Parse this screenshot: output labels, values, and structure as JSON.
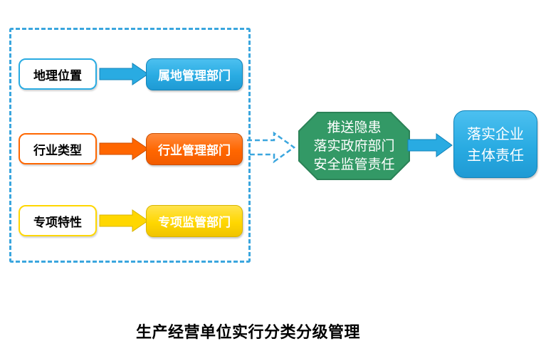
{
  "title": "生产经营单位实行分类分级管理",
  "colors": {
    "blue": "#29ABE2",
    "orange": "#FF6600",
    "yellow": "#FFD700",
    "green": "#339966",
    "dashed_border_blue": "#3BA6DE"
  },
  "flow": {
    "rows": [
      {
        "source": "地理位置",
        "target": "属地管理部门",
        "color": "#29ABE2"
      },
      {
        "source": "行业类型",
        "target": "行业管理部门",
        "color": "#FF6600"
      },
      {
        "source": "专项特性",
        "target": "专项监管部门",
        "color": "#FFD700"
      }
    ],
    "octagon": {
      "lines": [
        "推送隐患",
        "落实政府部门",
        "安全监管责任"
      ]
    },
    "result": {
      "lines": [
        "落实企业",
        "主体责任"
      ]
    }
  }
}
